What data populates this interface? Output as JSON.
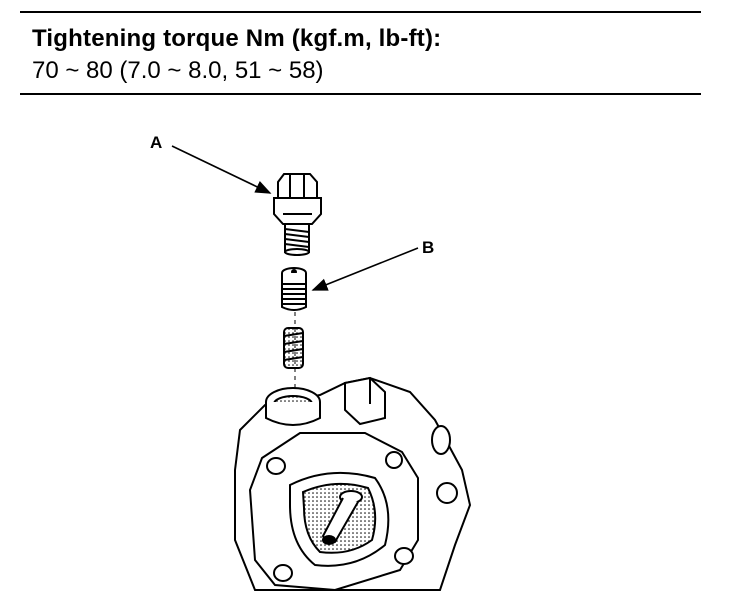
{
  "spec": {
    "title": "Tightening torque Nm (kgf.m, lb-ft):",
    "value": "70 ~ 80 (7.0 ~ 8.0, 51 ~ 58)"
  },
  "figure": {
    "callouts": {
      "a": "A",
      "b": "B"
    }
  }
}
